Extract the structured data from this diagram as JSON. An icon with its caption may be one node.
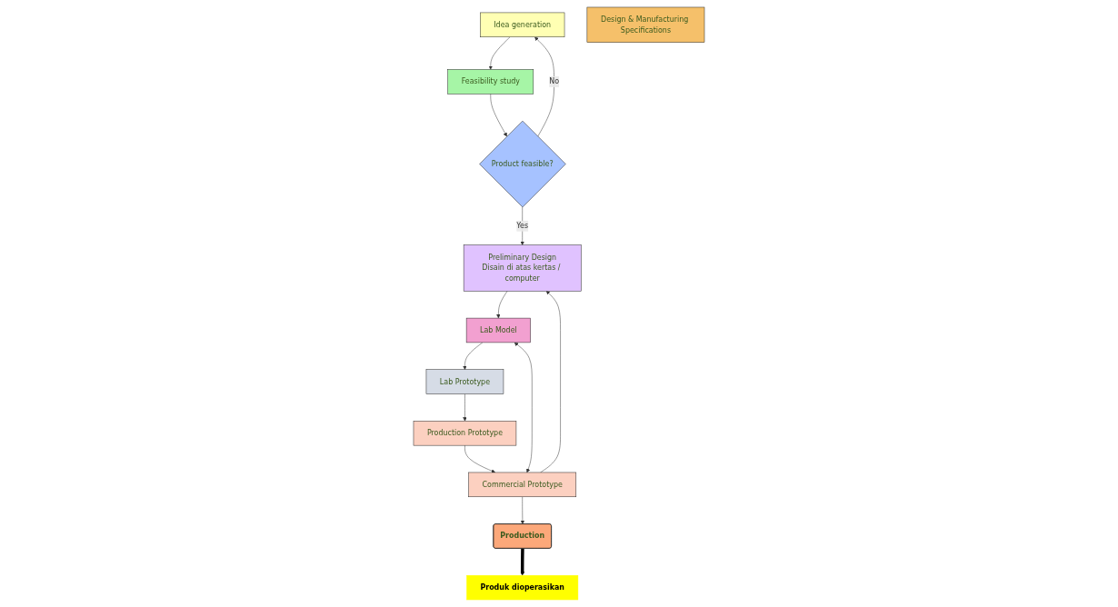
{
  "diagram": {
    "nodes": [
      {
        "text": [
          "Idea generation"
        ]
      },
      {
        "text": [
          "Feasibility study"
        ]
      },
      {
        "text": [
          "Product feasible?"
        ]
      },
      {
        "text": [
          "Preliminary Design",
          "Disain di atas kertas / computer"
        ]
      },
      {
        "text": [
          "Lab Model"
        ]
      },
      {
        "text": [
          "Lab Prototype"
        ]
      },
      {
        "text": [
          "Production Prototype"
        ]
      },
      {
        "text": [
          "Commercial Prototype"
        ]
      },
      {
        "text": [
          "Design & Manufacturing Specifications"
        ]
      },
      {
        "text": [
          "Production"
        ]
      },
      {
        "text": [
          "Produk dioperasikan"
        ]
      }
    ],
    "edges": [
      {
        "from": 0,
        "to": 1,
        "arrow": "to"
      },
      {
        "from": 1,
        "to": 2,
        "arrow": "to"
      },
      {
        "from": 2,
        "to": 0,
        "arrow": "to",
        "label": "No"
      },
      {
        "from": 2,
        "to": 3,
        "arrow": "to",
        "label": "Yes"
      },
      {
        "from": 3,
        "to": 4,
        "arrow": "to"
      },
      {
        "from": 4,
        "to": 5,
        "arrow": "to"
      },
      {
        "from": 5,
        "to": 6,
        "arrow": "to"
      },
      {
        "from": 6,
        "to": 7,
        "arrow": "to"
      },
      {
        "from": 7,
        "to": 3,
        "arrow": "to"
      },
      {
        "from": 4,
        "to": 7,
        "arrow": "both"
      },
      {
        "from": 7,
        "to": 9,
        "arrow": "to"
      },
      {
        "from": 9,
        "to": 10,
        "arrow": "to",
        "style": "thick"
      }
    ]
  }
}
